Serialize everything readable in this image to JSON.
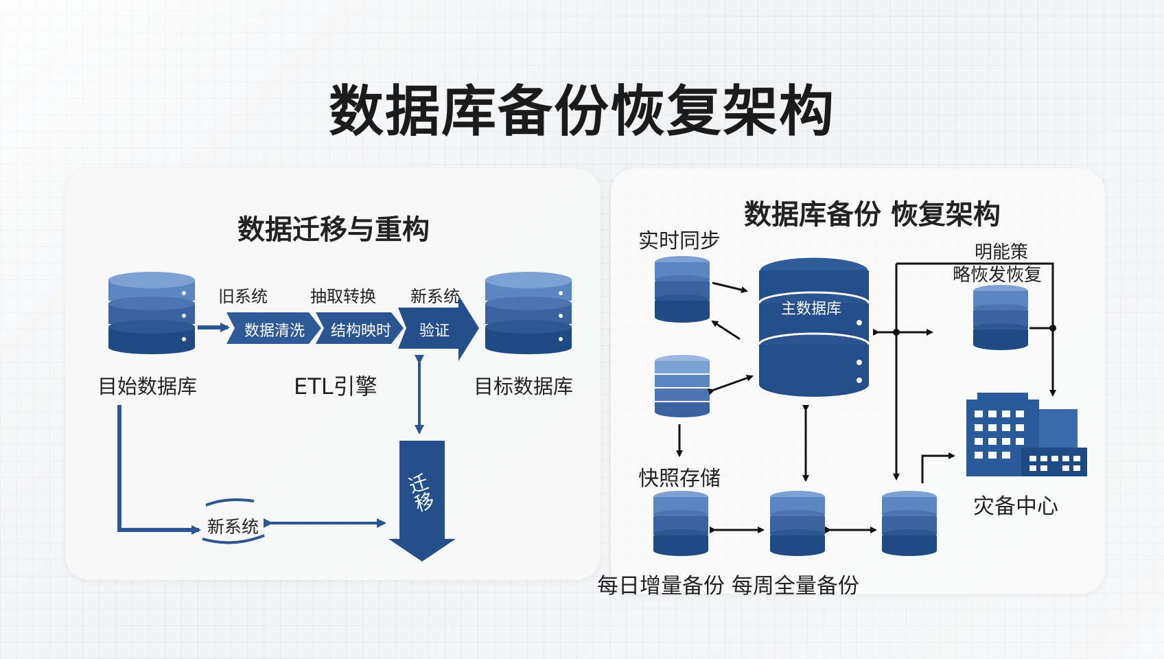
{
  "main_title": "数据库备份恢复架构",
  "left_panel": {
    "title": "数据迁移与重构",
    "source_db_label": "目始数据库",
    "stage_labels_top": [
      "旧系统",
      "抽取转换",
      "新系统"
    ],
    "pipeline_steps": [
      "数据清洗",
      "结构映时",
      "验证"
    ],
    "etl_label": "ETL引擎",
    "target_db_label": "目标数据库",
    "new_system_label": "新系统",
    "migrate_label": "迁移"
  },
  "right_panel": {
    "title": "数据库备份 恢复架构",
    "realtime_sync_label": "实时同步",
    "main_db_label": "主数据库",
    "strategy_label_line1": "明能策",
    "strategy_label_line2": "略恢发恢复",
    "snapshot_label": "快照存储",
    "dr_center_label": "灾备中心",
    "backup_label": "每日增量备份 每周全量备份"
  },
  "colors": {
    "db_light": "#5c86c2",
    "db_mid": "#3a62a0",
    "db_dark": "#1f4a83",
    "arrow_blue": "#2b5693",
    "arrow_black": "#111111",
    "building": "#2a5a9a"
  }
}
